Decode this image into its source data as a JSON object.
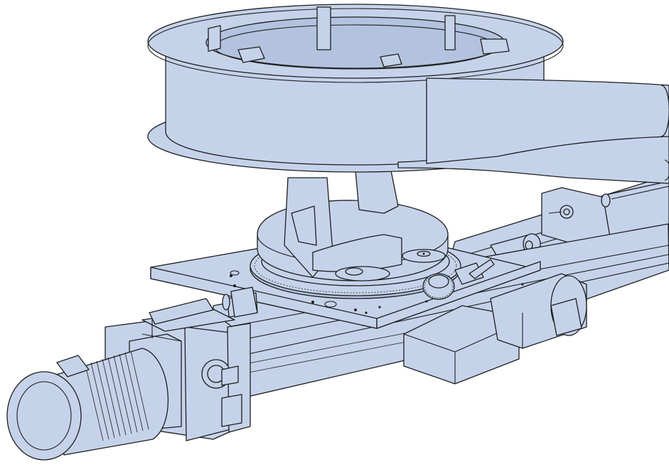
{
  "drawing": {
    "kind": "isometric line drawing of a machine assembly",
    "fill_color": "#c5d3ea",
    "line_color": "#1e1e1e",
    "background": "#ffffff",
    "components": [
      "coil-reel",
      "metal-strip",
      "reel-hub",
      "ring-gear",
      "pinion-gear",
      "turntable-plate",
      "linear-rail-lower",
      "linear-rail-upper",
      "gearbox",
      "electric-motor",
      "stepper-motor",
      "carriage-block",
      "pneumatic-cylinder",
      "end-block"
    ]
  }
}
